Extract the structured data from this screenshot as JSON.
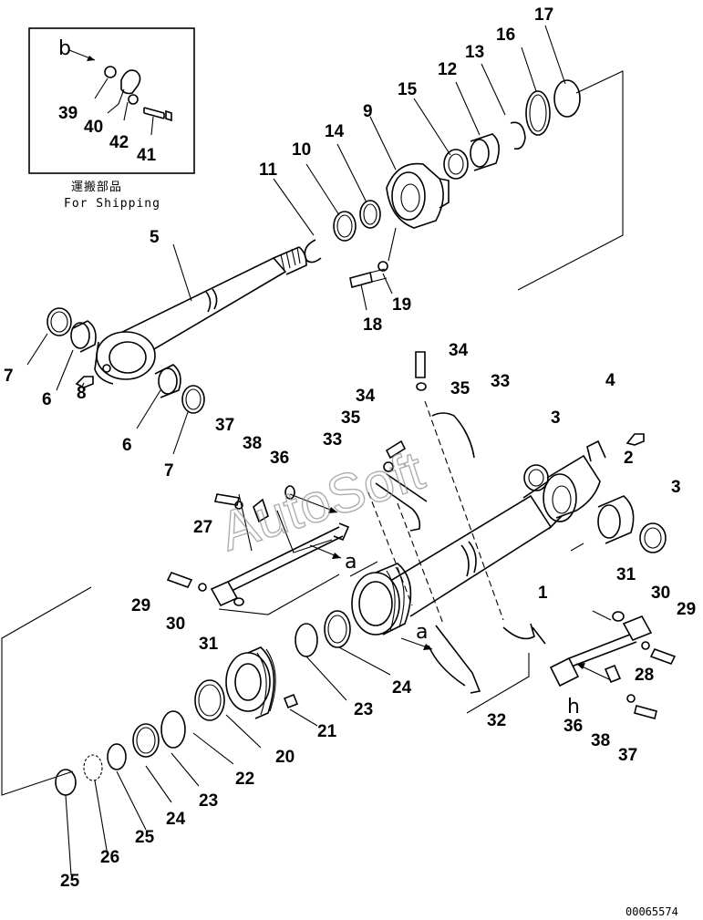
{
  "inset": {
    "title_jp": "運搬部品",
    "title_en": "For Shipping",
    "ref_letter": "b",
    "labels": [
      "39",
      "40",
      "42",
      "41"
    ]
  },
  "labels": {
    "l17": "17",
    "l16": "16",
    "l13": "13",
    "l12": "12",
    "l15": "15",
    "l9": "9",
    "l14": "14",
    "l10": "10",
    "l11": "11",
    "l5": "5",
    "l19": "19",
    "l18": "18",
    "l7a": "7",
    "l6a": "6",
    "l8": "8",
    "l6b": "6",
    "l7b": "7",
    "l34a": "34",
    "l35a": "35",
    "l33a": "33",
    "l34b": "34",
    "l35b": "35",
    "l33b": "33",
    "l4": "4",
    "l3a": "3",
    "l2": "2",
    "l3b": "3",
    "l37a": "37",
    "l38a": "38",
    "l36a": "36",
    "l27": "27",
    "l1": "1",
    "l31a": "31",
    "l29a": "29",
    "l30a": "30",
    "l31b": "31",
    "l30b": "30",
    "l29b": "29",
    "l28": "28",
    "l24a": "24",
    "l23a": "23",
    "l21": "21",
    "l20": "20",
    "l22": "22",
    "l23b": "23",
    "l24b": "24",
    "l25a": "25",
    "l26": "26",
    "l25b": "25",
    "l32": "32",
    "l36b": "36",
    "l38b": "38",
    "l37b": "37"
  },
  "ref_letters": {
    "a1": "a",
    "a2": "a",
    "h": "h"
  },
  "watermark": "AutoSoft",
  "drawing_number": "00065574"
}
